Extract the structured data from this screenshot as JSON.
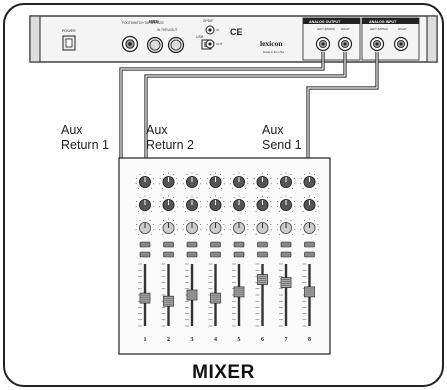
{
  "rear_panel": {
    "power_label": "POWER",
    "footswitch_label": "FOOTSWITCH TAP/BYPASS",
    "midi_label": "MIDI",
    "midi_sublabel": "IN THRU/OUT",
    "usb_label": "USB",
    "spdif_label": "SPDIF",
    "spdif_in": "IN",
    "spdif_out": "OUT",
    "ce_mark": "CE",
    "brand": "lexicon",
    "brand_tagline": "Made in the USA",
    "analog_outputs_label": "ANALOG OUTPUT",
    "analog_inputs_label": "ANALOG INPUT",
    "left_mono": "LEFT (MONO)",
    "right": "RIGHT"
  },
  "labels": {
    "aux_return_1": [
      "Aux",
      "Return 1"
    ],
    "aux_return_2": [
      "Aux",
      "Return 2"
    ],
    "aux_send_1": [
      "Aux",
      "Send 1"
    ]
  },
  "mixer": {
    "title": "MIXER",
    "channels": [
      "1",
      "2",
      "3",
      "4",
      "5",
      "6",
      "7",
      "8"
    ],
    "fader_levels": [
      0.45,
      0.4,
      0.5,
      0.45,
      0.55,
      0.75,
      0.7,
      0.55
    ]
  }
}
